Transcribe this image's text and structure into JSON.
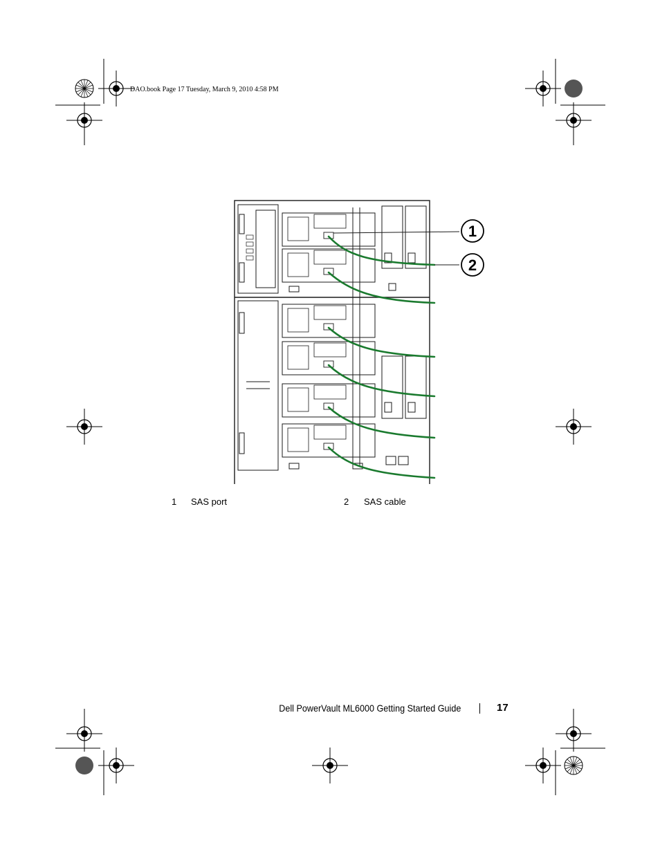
{
  "header": {
    "print_line": "DAO.book  Page 17  Tuesday, March 9, 2010  4:58 PM"
  },
  "figure": {
    "callout_1": "1",
    "callout_2": "2"
  },
  "legend": [
    {
      "number": "1",
      "label": "SAS port"
    },
    {
      "number": "2",
      "label": "SAS cable"
    }
  ],
  "footer": {
    "title": "Dell PowerVault ML6000 Getting Started Guide",
    "page_number": "17"
  },
  "colors": {
    "cable": "#1a7a2e",
    "line": "#1a1a1a"
  }
}
